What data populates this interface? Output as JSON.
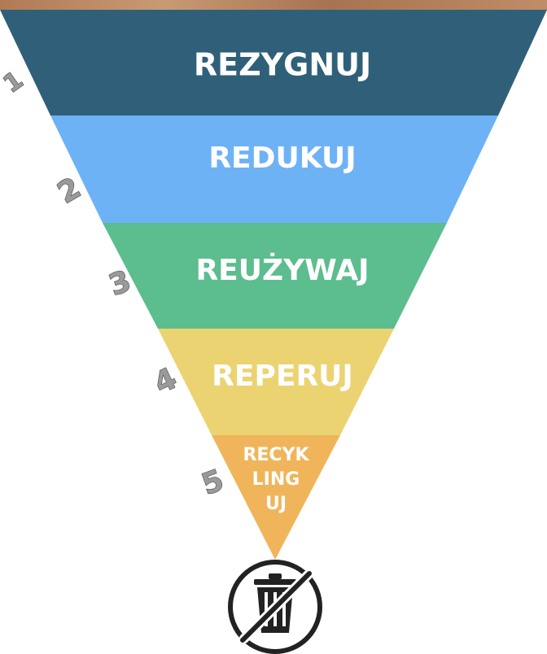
{
  "levels": [
    {
      "number": "1",
      "label": "REZYGNUJ",
      "color": "#306079"
    },
    {
      "number": "2",
      "label": "REDUKUJ",
      "color": "#6EB2F6"
    },
    {
      "number": "3",
      "label": "REUŻYWAJ",
      "color": "#5CBD8F"
    },
    {
      "number": "4",
      "label": "REPERUJ",
      "color": "#ECD372"
    },
    {
      "number": "5",
      "label_lines": [
        "RECYK",
        "LING",
        "UJ"
      ],
      "color": "#F0B55A"
    }
  ],
  "icon": "no-trash-icon"
}
